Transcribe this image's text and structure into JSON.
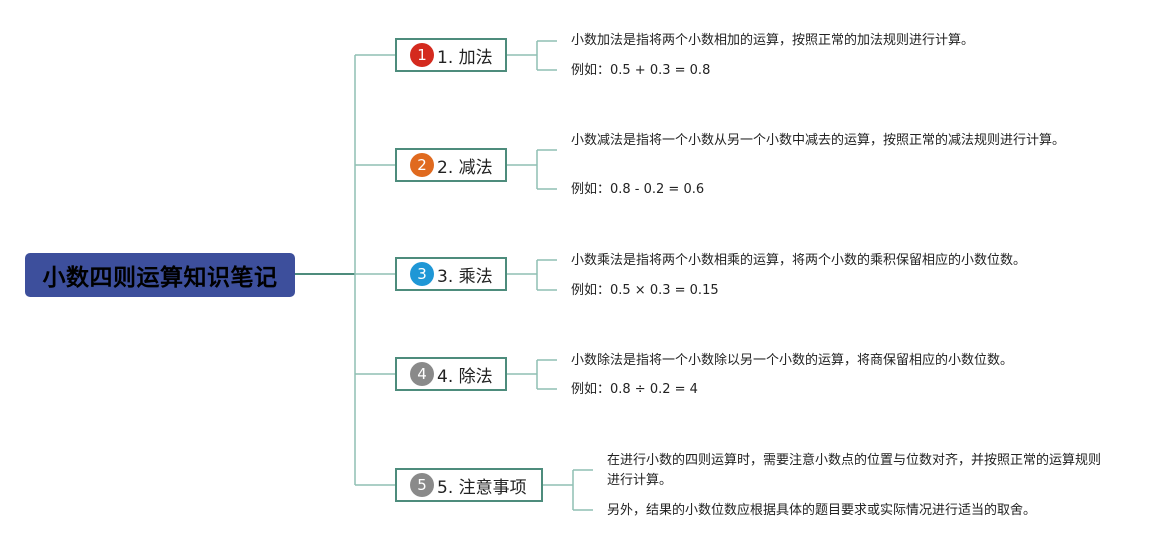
{
  "root": {
    "title": "小数四则运算知识笔记"
  },
  "branches": [
    {
      "badge": "1",
      "label": "1. 加法",
      "color": "#d42a1e",
      "desc": "小数加法是指将两个小数相加的运算，按照正常的加法规则进行计算。",
      "example": "例如：0.5 + 0.3 = 0.8"
    },
    {
      "badge": "2",
      "label": "2. 减法",
      "color": "#e06a1f",
      "desc": "小数减法是指将一个小数从另一个小数中减去的运算，按照正常的减法规则进行计算。",
      "example": "例如：0.8 - 0.2 = 0.6"
    },
    {
      "badge": "3",
      "label": "3. 乘法",
      "color": "#1f97d6",
      "desc": "小数乘法是指将两个小数相乘的运算，将两个小数的乘积保留相应的小数位数。",
      "example": "例如：0.5 × 0.3 = 0.15"
    },
    {
      "badge": "4",
      "label": "4. 除法",
      "color": "#8a8a8a",
      "desc": "小数除法是指将一个小数除以另一个小数的运算，将商保留相应的小数位数。",
      "example": "例如：0.8 ÷ 0.2 = 4"
    },
    {
      "badge": "5",
      "label": "5. 注意事项",
      "color": "#8a8a8a",
      "desc": "在进行小数的四则运算时，需要注意小数点的位置与位数对齐，并按照正常的运算规则进行计算。",
      "example": "另外，结果的小数位数应根据具体的题目要求或实际情况进行适当的取舍。"
    }
  ]
}
